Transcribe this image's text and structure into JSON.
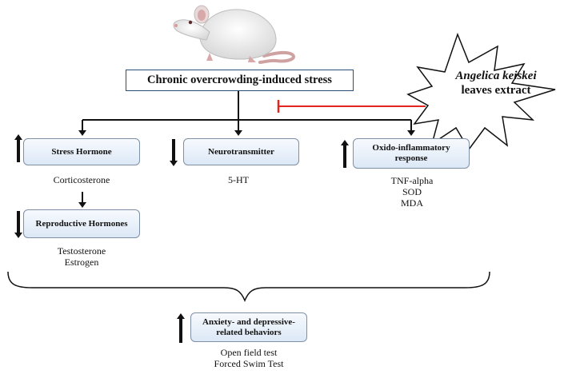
{
  "root": {
    "title": "Chronic overcrowding-induced stress"
  },
  "extract": {
    "name": "Angelica keiskei",
    "suffix": "leaves extract"
  },
  "nodes": {
    "stress_hormone": {
      "label": "Stress Hormone",
      "direction": "up",
      "markers": [
        "Corticosterone"
      ]
    },
    "reproductive": {
      "label": "Reproductive Hormones",
      "direction": "down",
      "markers": [
        "Testosterone",
        "Estrogen"
      ]
    },
    "neurotransmitter": {
      "label": "Neurotransmitter",
      "direction": "down",
      "markers": [
        "5-HT"
      ]
    },
    "oxido": {
      "label_line1": "Oxido-inflammatory",
      "label_line2": "response",
      "direction": "up",
      "markers": [
        "TNF-alpha",
        "SOD",
        "MDA"
      ]
    },
    "behavior": {
      "label_line1": "Anxiety- and depressive-",
      "label_line2": "related behaviors",
      "direction": "up",
      "markers": [
        "Open field test",
        "Forced Swim Test"
      ]
    }
  },
  "colors": {
    "inhibit": "#e0261f",
    "box_border": "#7f8fa6",
    "main_border": "#2b4e76",
    "box_fill_top": "#f7fafe",
    "box_fill_bottom": "#dce8f6"
  },
  "icons": {
    "animal": "rat-illustration",
    "up": "up-arrow-icon",
    "down": "down-arrow-icon"
  }
}
